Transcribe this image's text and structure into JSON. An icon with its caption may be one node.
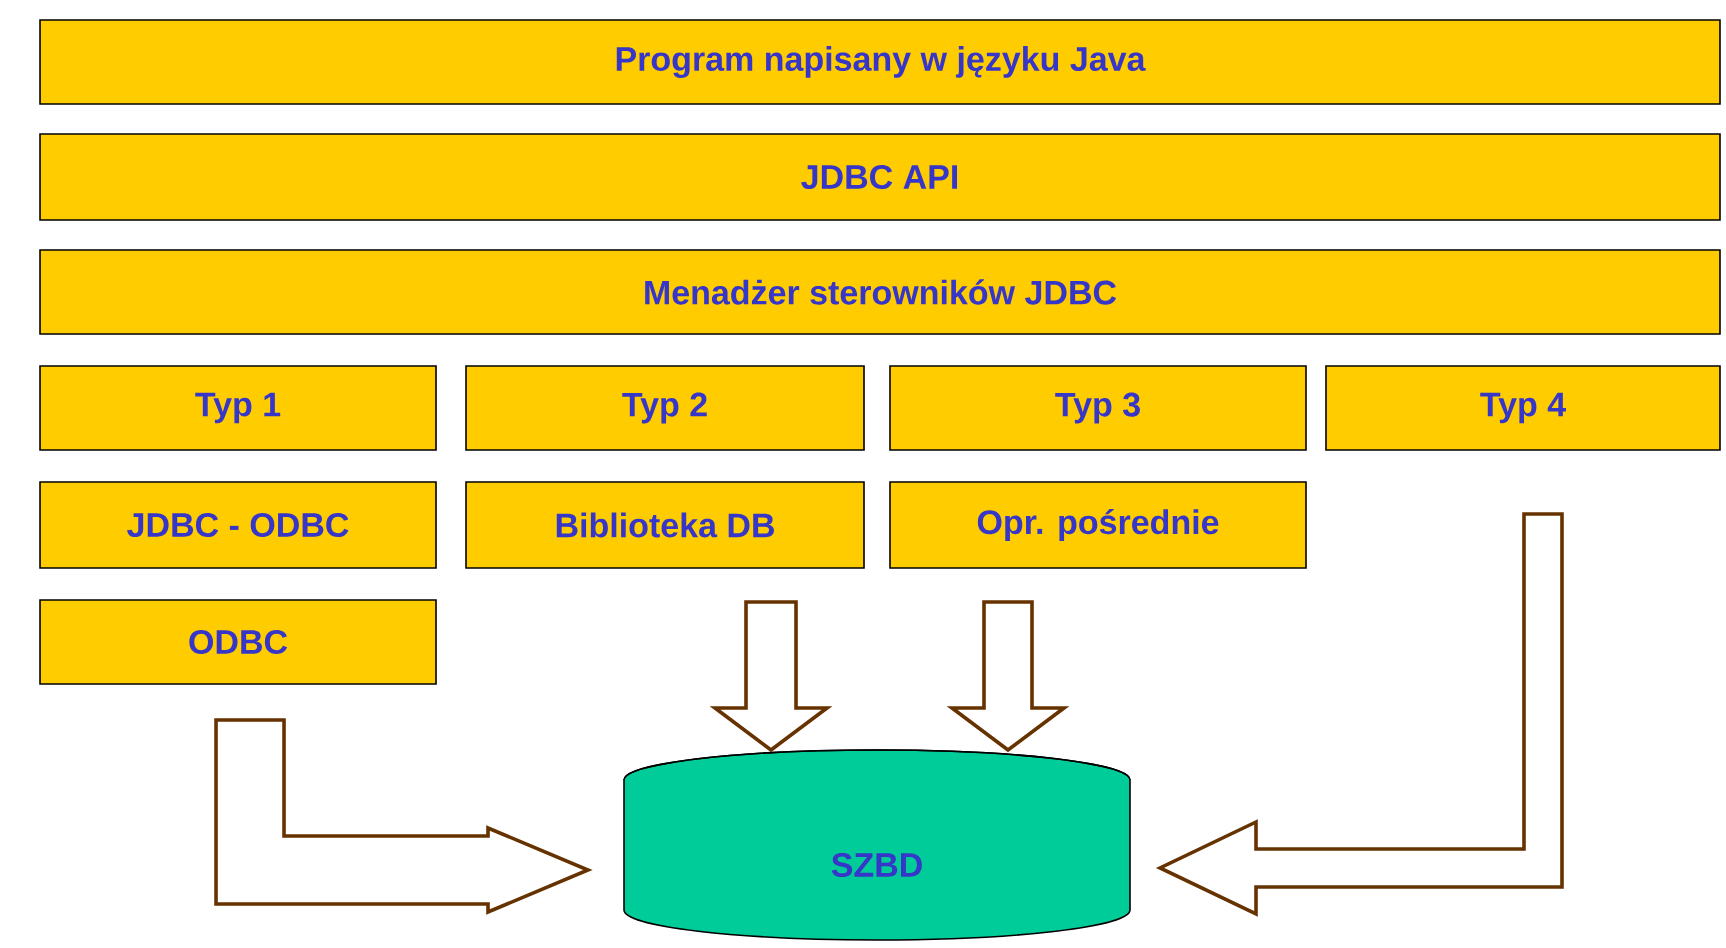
{
  "diagram": {
    "nodes": [
      {
        "text": [
          "Program napisany w języku Java"
        ]
      },
      {
        "text": [
          "JDBC API"
        ]
      },
      {
        "text": [
          "Menadżer sterowników JDBC"
        ]
      },
      {
        "text": [
          "Typ 1"
        ]
      },
      {
        "text": [
          "Typ 2"
        ]
      },
      {
        "text": [
          "Typ 3"
        ]
      },
      {
        "text": [
          "Typ 4"
        ]
      },
      {
        "text": [
          "JDBC - ODBC"
        ]
      },
      {
        "text": [
          "Biblioteka DB"
        ]
      },
      {
        "text": [
          "Opr. pośrednie"
        ]
      },
      {
        "text": [
          "ODBC"
        ]
      },
      {
        "text": [
          "SZBD"
        ]
      }
    ],
    "edges": [
      {
        "from": 10,
        "to": 11,
        "arrow": "to"
      },
      {
        "from": 8,
        "to": 11,
        "arrow": "to"
      },
      {
        "from": 9,
        "to": 11,
        "arrow": "to"
      },
      {
        "from": 6,
        "to": 11,
        "arrow": "to"
      }
    ]
  }
}
